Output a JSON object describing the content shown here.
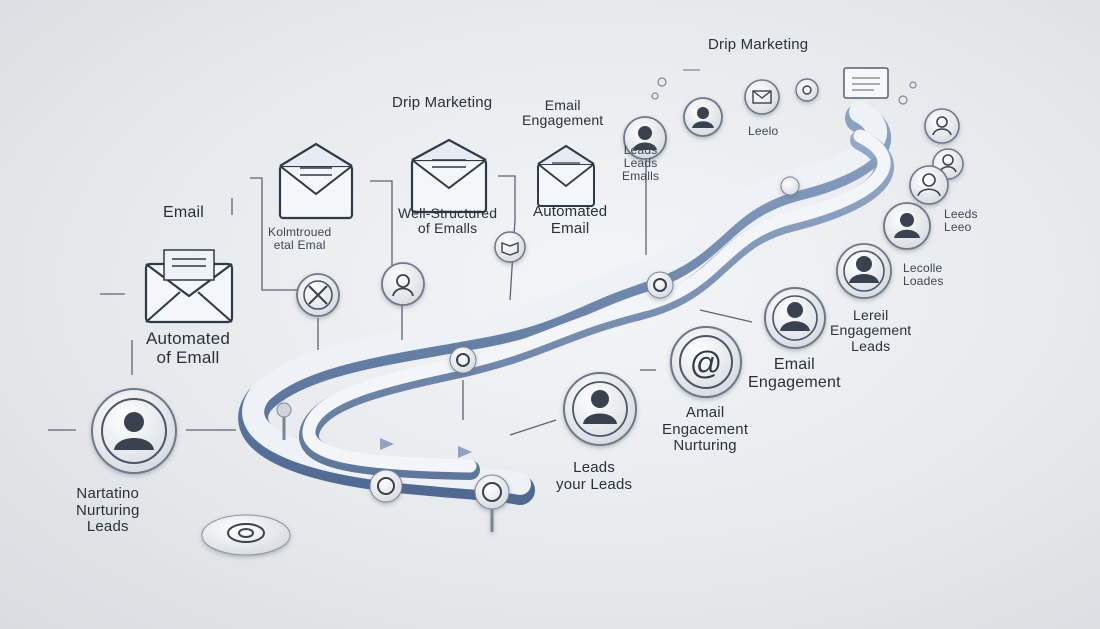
{
  "labels": {
    "drip_top": "Drip Marketing",
    "drip_mid": "Drip Marketing",
    "email_engagement_top": [
      "Email",
      "Engagement"
    ],
    "email_left": "Email",
    "kolmtroued": [
      "Kolmtroued",
      "etal Emal"
    ],
    "well_structured": [
      "Well-Structured",
      "of Emalls"
    ],
    "automated_email_mid": [
      "Automated",
      "Email"
    ],
    "automated_email_left": [
      "Automated",
      "of Emall"
    ],
    "leads_emails": [
      "Leads",
      "Leads",
      "Emalls"
    ],
    "leelo": "Leelo",
    "leads_right_1": [
      "Leeds",
      "Leeo"
    ],
    "leads_right_2": [
      "Lecolle",
      "Loades"
    ],
    "engagement_leads": [
      "Lereil",
      "Engagement",
      "Leads"
    ],
    "email_engagement_right": [
      "Email",
      "Engagement"
    ],
    "amail_nurturing": [
      "Amail",
      "Engacement",
      "Nurturing"
    ],
    "leads_your_leads": [
      "Leads",
      "your Leads"
    ],
    "nurturing_leads": [
      "Nartatino",
      "Nurturing",
      "Leads"
    ]
  },
  "colors": {
    "road_top": "#e9ecf1",
    "road_side": "#6d87ad",
    "icon_stroke": "#2f3a48",
    "node_fill": "#eef0f3",
    "person_fill": "#3a4350"
  },
  "icons": {
    "envelope": "envelope-icon",
    "person": "person-icon",
    "at": "at-sign-icon",
    "marker": "map-marker-icon"
  }
}
